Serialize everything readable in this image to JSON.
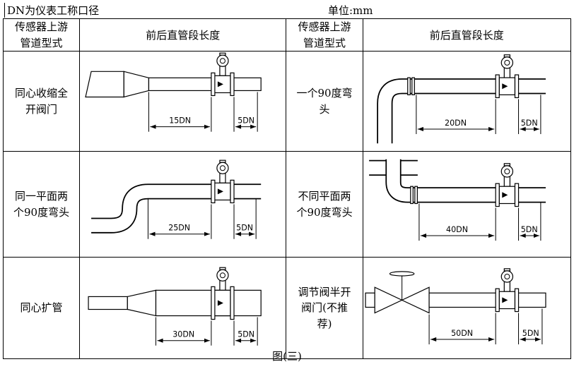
{
  "header": {
    "note_left": "DN为仪表工称口径",
    "unit": "单位:mm"
  },
  "table": {
    "col_type_header": "传感器上游管道型式",
    "col_length_header": "前后直管段长度",
    "rows": [
      {
        "left": {
          "type": "同心收缩全开阀门",
          "dim_main": "15DN",
          "dim_after": "5DN"
        },
        "right": {
          "type": "一个90度弯头",
          "dim_main": "20DN",
          "dim_after": "5DN"
        }
      },
      {
        "left": {
          "type": "同一平面两个90度弯头",
          "dim_main": "25DN",
          "dim_after": "5DN"
        },
        "right": {
          "type": "不同平面两个90度弯头",
          "dim_main": "40DN",
          "dim_after": "5DN"
        }
      },
      {
        "left": {
          "type": "同心扩管",
          "dim_main": "30DN",
          "dim_after": "5DN"
        },
        "right": {
          "type": "调节阀半开阀门(不推荐)",
          "dim_main": "50DN",
          "dim_after": "5DN"
        }
      }
    ]
  },
  "caption": "图(三)"
}
